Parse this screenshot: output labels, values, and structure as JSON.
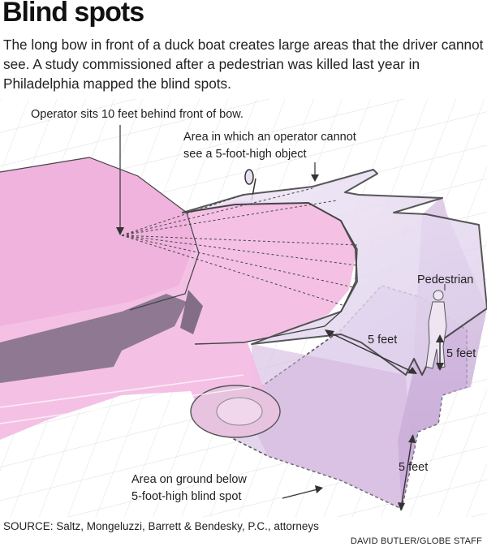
{
  "header": {
    "title": "Blind spots",
    "intro": "The long bow in front of a duck boat creates large areas that the driver cannot see. A study commissioned after a pedestrian was killed last year in Philadelphia mapped the blind spots."
  },
  "labels": {
    "operator": "Operator sits 10 feet behind front of bow.",
    "area_line1": "Area in which an operator cannot",
    "area_line2": "see a 5-foot-high object",
    "pedestrian": "Pedestrian",
    "dim_5ft_a": "5 feet",
    "dim_5ft_b": "5 feet",
    "dim_5ft_c": "5 feet",
    "ground_line1": "Area on ground below",
    "ground_line2": "5-foot-high blind spot"
  },
  "footer": {
    "source": "SOURCE: Saltz, Mongeluzzi, Barrett & Bendesky, P.C., attorneys",
    "credit": "DAVID BUTLER/GLOBE STAFF"
  },
  "colors": {
    "boat": "#f3bce3",
    "boat_dark": "#e9a2d4",
    "blind_zone": "#e7dcf1",
    "wall": "#c7a6d6",
    "grid": "#dddde6"
  }
}
